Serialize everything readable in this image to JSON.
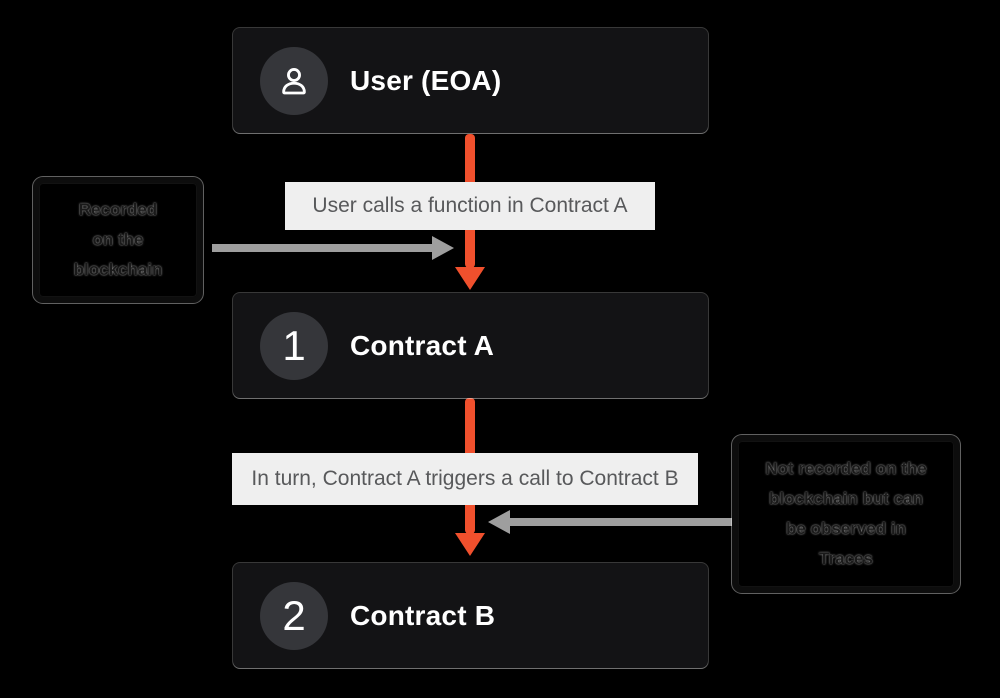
{
  "nodes": [
    {
      "label": "User (EOA)",
      "badge_icon": "user-icon"
    },
    {
      "label": "Contract A",
      "badge": "1"
    },
    {
      "label": "Contract B",
      "badge": "2"
    }
  ],
  "edges": [
    {
      "label": "User calls a function in Contract A"
    },
    {
      "label": "In turn, Contract A triggers a call to Contract B"
    }
  ],
  "callouts": [
    {
      "text": "Recorded on the blockchain",
      "lines": [
        "Recorded",
        "on the",
        "blockchain"
      ]
    },
    {
      "text": "Not recorded on the blockchain but can be observed in Traces",
      "lines": [
        "Not recorded on the",
        "blockchain but can",
        "be observed in",
        "Traces"
      ]
    }
  ],
  "colors": {
    "background": "#000000",
    "card_bg": "#131315",
    "card_text": "#ffffff",
    "badge_bg": "#35363a",
    "label_bg": "#efefef",
    "label_text": "#58595b",
    "arrow_red": "#f0502d",
    "arrow_gray": "#9e9e9e"
  }
}
